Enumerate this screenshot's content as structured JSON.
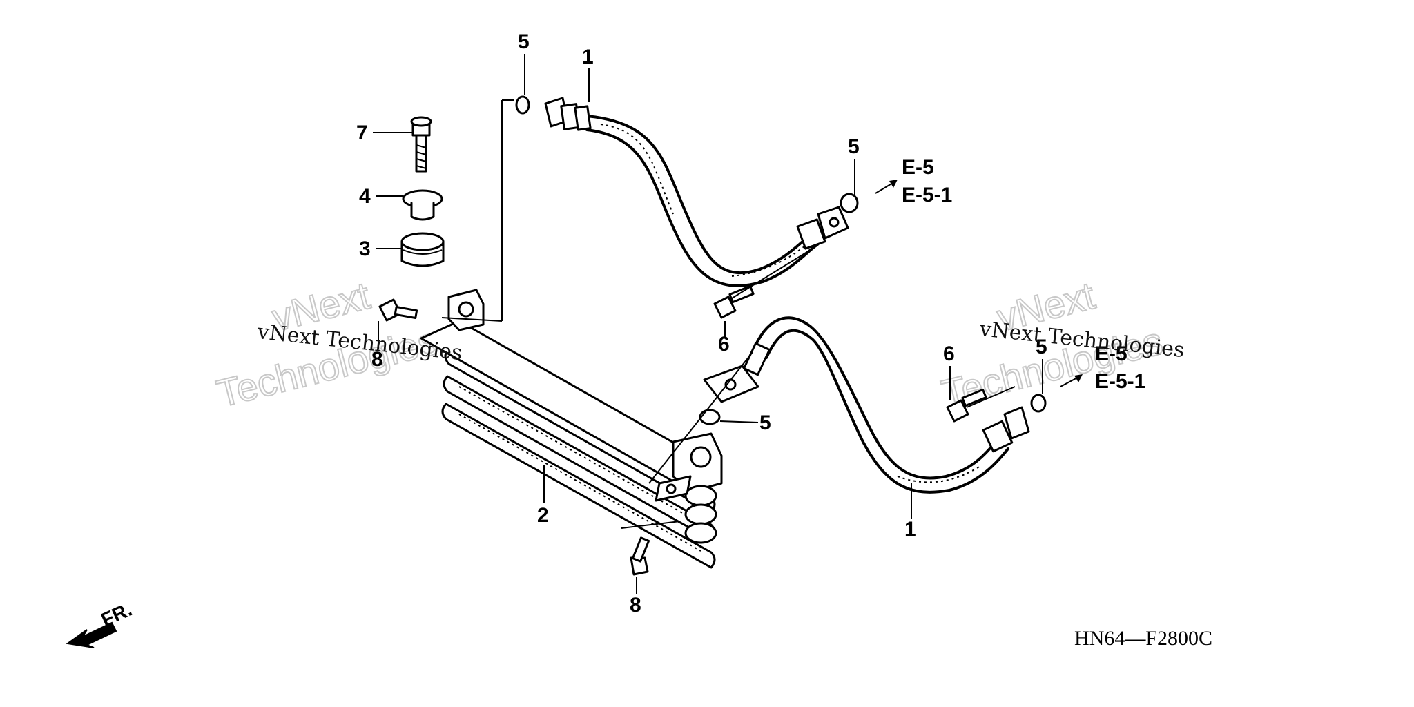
{
  "callouts": {
    "c1a": "1",
    "c1b": "1",
    "c2": "2",
    "c3": "3",
    "c4": "4",
    "c5a": "5",
    "c5b": "5",
    "c5c": "5",
    "c5d": "5",
    "c6a": "6",
    "c6b": "6",
    "c7": "7",
    "c8a": "8",
    "c8b": "8"
  },
  "refs": {
    "top_a": "E-5",
    "top_b": "E-5-1",
    "right_a": "E-5",
    "right_b": "E-5-1"
  },
  "watermark": {
    "script": "vNext Technologies",
    "brand_line1": "vNext",
    "brand_line2": "Technologies"
  },
  "front_marker": "FR.",
  "diagram_code": "HN64—F2800C"
}
